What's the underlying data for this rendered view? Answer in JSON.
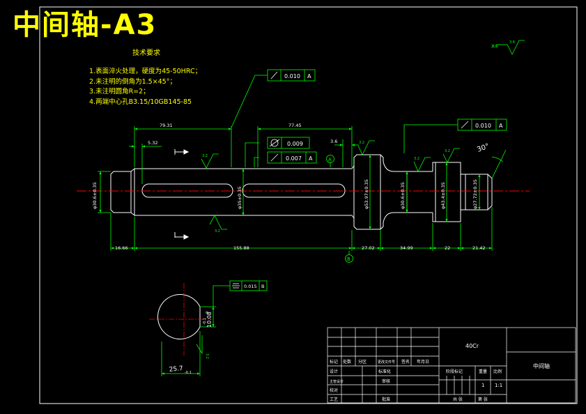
{
  "title": "中间轴-A3",
  "tech_requirements": {
    "heading": "技术要求",
    "items": [
      "1.表面淬火处理，硬度为45-50HRC；",
      "2.未注明的倒角为1.5×45°；",
      "3.未注明圆角R=2；",
      "4.两端中心孔B3.15/10GB145-85"
    ]
  },
  "roughness": {
    "global_prefix": "其余",
    "global_value": "3.6",
    "r1": "3.2",
    "r2": "3.2",
    "r3": "3.2",
    "r4": "3.2",
    "r5": "3.2",
    "r6": "3.2",
    "r7": "3.2"
  },
  "dimensions": {
    "d_left_end": "φ30.6±0.35",
    "d_main": "φ35±0.35",
    "d_collar": "φ53.97±0.35",
    "d_neck": "φ30.6±0.35",
    "d_gear_seat": "φ43.4±0.35",
    "d_right_end": "φ27.72±0.35",
    "l_79": "79.31",
    "l_77": "77.45",
    "l_532": "5.32",
    "l_36": "3.6",
    "l_1666": "16.66",
    "l_155": "155.88",
    "l_2702": "27.02",
    "l_3499": "34.99",
    "l_22": "22",
    "l_2142": "21.42",
    "chamfer_angle": "30°",
    "section_width": "25.7",
    "section_depth": "10.08",
    "section_tol_low": "-0.1",
    "section_tol_high": "0"
  },
  "tolerances": {
    "runout1": {
      "value": "0.010",
      "datum": "A"
    },
    "runout2": {
      "value": "0.010",
      "datum": "A"
    },
    "cyl": {
      "value": "0.009"
    },
    "runout3": {
      "value": "0.007",
      "datum": "A"
    },
    "sym": {
      "value": "0.015",
      "datum": "B"
    }
  },
  "datum_labels": {
    "a": "A",
    "b": "B"
  },
  "title_block": {
    "material": "40Cr",
    "part_name": "中间轴",
    "rev_headers": [
      "标记",
      "处数",
      "分区",
      "更改文件号",
      "签名",
      "年月日"
    ],
    "left_labels": [
      "设计",
      "主管设计",
      "校对",
      "工艺"
    ],
    "mid_labels": [
      "标准化",
      "审核",
      "批准"
    ],
    "stage_headers": [
      "阶段标记",
      "重量",
      "比例"
    ],
    "weight": "1",
    "scale": "1:1",
    "sheet_total": "共 张",
    "sheet_no": "第 张"
  },
  "colors": {
    "background": "#000000",
    "outline": "#ffffff",
    "dimension": "#00ff00",
    "text": "#ffff00",
    "centerline": "#ff0000",
    "frame": "#ffffff"
  }
}
